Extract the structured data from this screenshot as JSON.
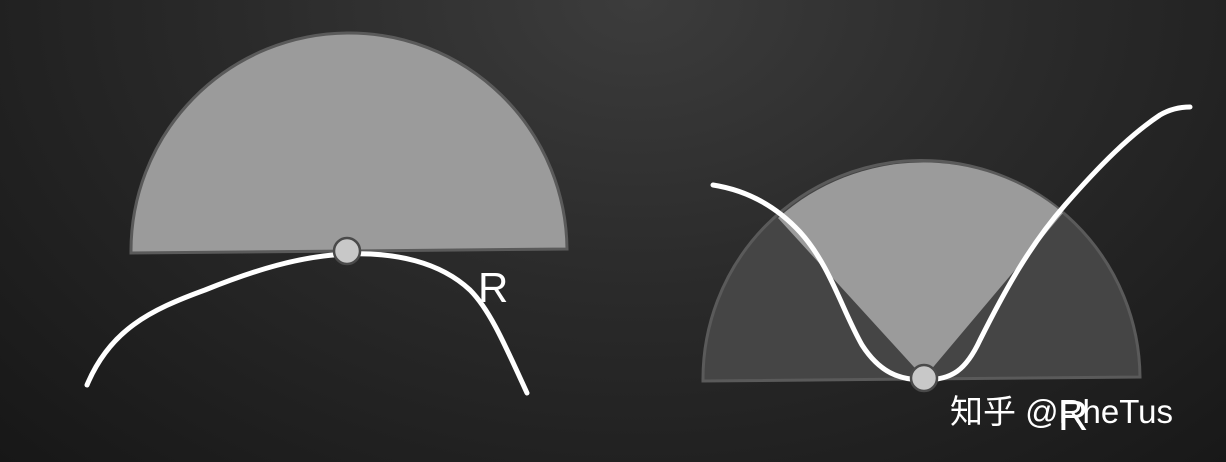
{
  "diagrams": [
    {
      "label": "R"
    },
    {
      "label": "R"
    }
  ],
  "watermark": {
    "text": "知乎 @RheTus"
  },
  "colors": {
    "background": "#2a2a2a",
    "light_region": "#9b9b9b",
    "dark_region": "#454545",
    "region_edge": "#5a5a5a",
    "curve": "#ffffff",
    "point_fill": "#c8c8c8"
  }
}
